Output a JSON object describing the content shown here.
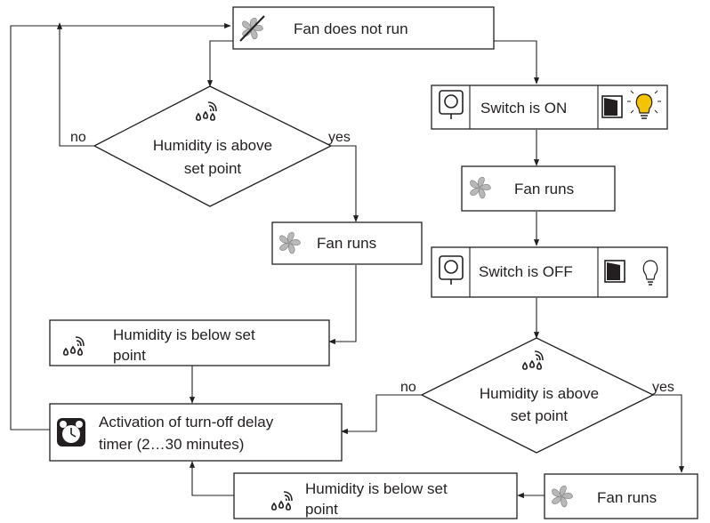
{
  "nodes": {
    "start": "Fan does not run",
    "switch_on": "Switch is ON",
    "fan_runs_right": "Fan runs",
    "switch_off": "Switch is OFF",
    "decision_left_line1": "Humidity is above",
    "decision_left_line2": "set point",
    "decision_right_line1": "Humidity is above",
    "decision_right_line2": "set point",
    "fan_runs_left": "Fan runs",
    "below_left_line1": "Humidity is below set",
    "below_left_line2": "point",
    "timer_line1": "Activation of turn-off delay",
    "timer_line2": "timer (2…30 minutes)",
    "below_bottom_line1": "Humidity is below set",
    "below_bottom_line2": "point",
    "fan_runs_bottom": "Fan runs"
  },
  "branches": {
    "left_no": "no",
    "left_yes": "yes",
    "right_no": "no",
    "right_yes": "yes"
  },
  "icons": [
    "fan-off-icon",
    "humidity-icon",
    "wall-switch-icon",
    "light-switch-icon",
    "bulb-on-icon",
    "bulb-off-icon",
    "fan-icon",
    "timer-clock-icon"
  ],
  "colors": {
    "bulb_on": "#f5c400",
    "fan": "#b8b8b8",
    "line": "#231f20"
  }
}
